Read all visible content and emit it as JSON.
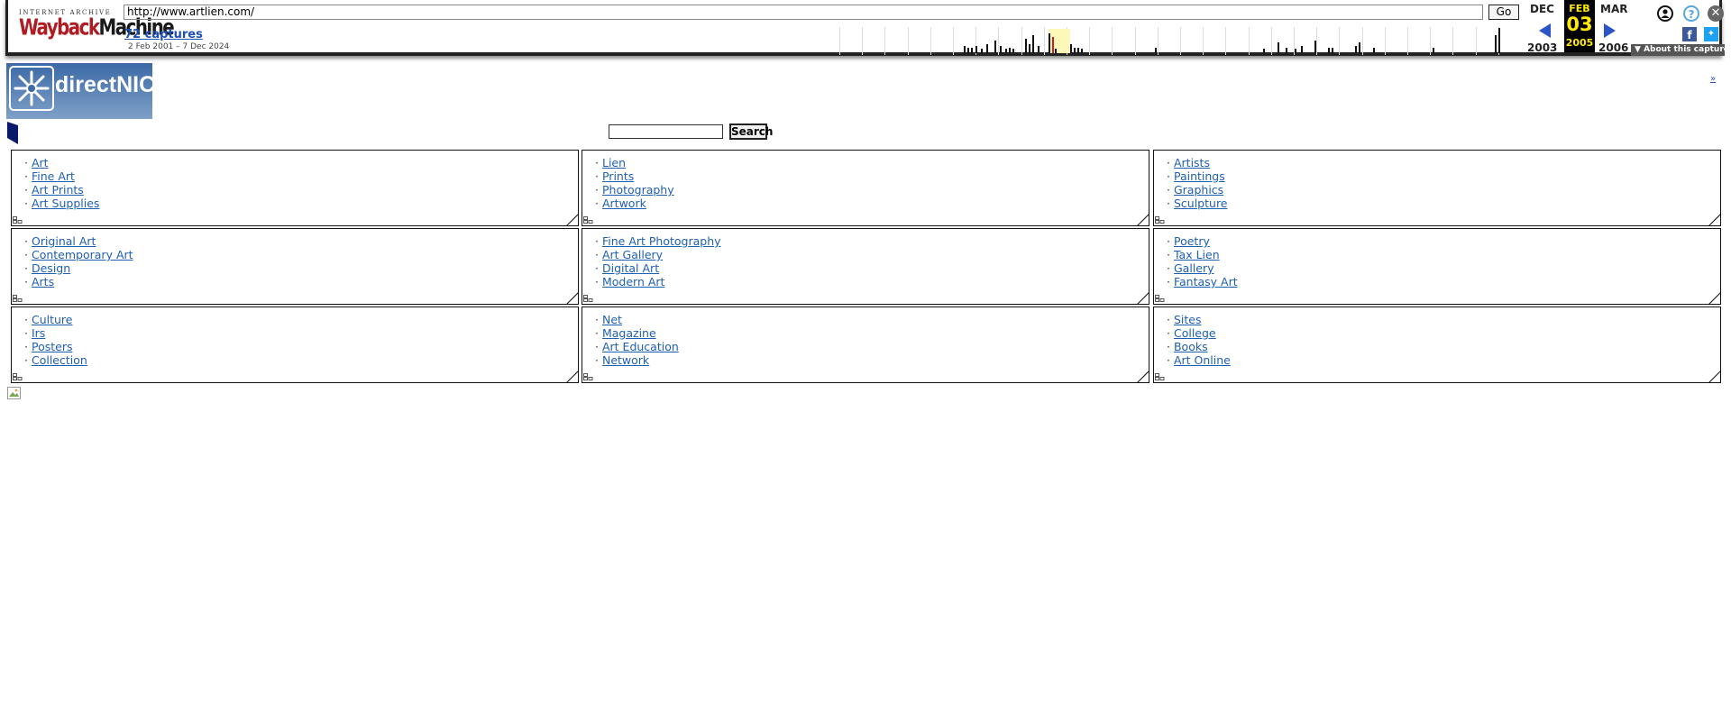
{
  "wayback": {
    "logo_top": "INTERNET ARCHIVE",
    "logo_wordmark_left": "Wayback",
    "logo_wordmark_right": "Machine",
    "url": "http://www.artlien.com/",
    "go_label": "Go",
    "captures_label": "72 captures",
    "date_range": "2 Feb 2001 – 7 Dec 2024",
    "calendar": {
      "prev_month": "DEC",
      "current_month": "FEB",
      "next_month": "MAR",
      "current_day": "03",
      "prev_year": "2003",
      "current_year": "2005",
      "next_year": "2006"
    },
    "about_label": "About this capture",
    "icons": [
      "user-icon",
      "help-icon",
      "close-icon",
      "facebook-icon",
      "twitter-icon"
    ]
  },
  "site": {
    "logo_text": "directNIC",
    "corner_link": "»",
    "search_button": "Search"
  },
  "boxes": [
    [
      "Art",
      "Fine Art",
      "Art Prints",
      "Art Supplies"
    ],
    [
      "Lien",
      "Prints",
      "Photography",
      "Artwork"
    ],
    [
      "Artists",
      "Paintings",
      "Graphics",
      "Sculpture"
    ],
    [
      "Original Art",
      "Contemporary Art",
      "Design",
      "Arts"
    ],
    [
      "Fine Art Photography",
      "Art Gallery",
      "Digital Art",
      "Modern Art"
    ],
    [
      "Poetry",
      "Tax Lien",
      "Gallery",
      "Fantasy Art"
    ],
    [
      "Culture",
      "Irs",
      "Posters",
      "Collection"
    ],
    [
      "Net",
      "Magazine",
      "Art Education",
      "Network"
    ],
    [
      "Sites",
      "College",
      "Books",
      "Art Online"
    ]
  ],
  "colors": {
    "link": "#1f5fb3",
    "wayback_highlight": "#ffea00",
    "nav_arrow": "#2a54c8"
  }
}
